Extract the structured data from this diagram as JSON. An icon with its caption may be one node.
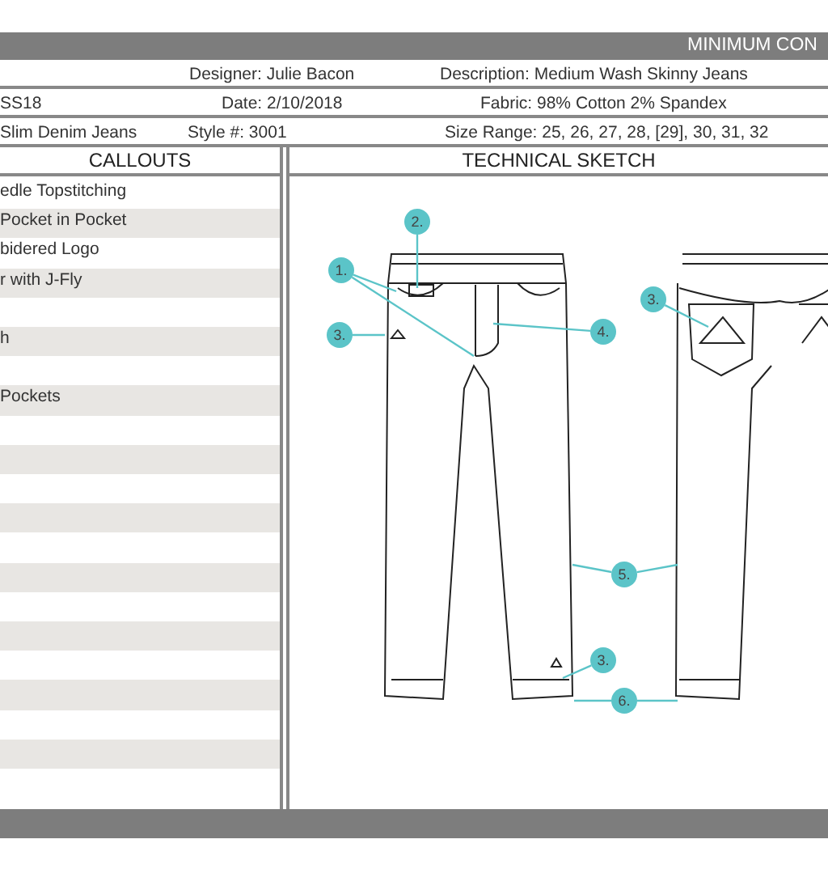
{
  "diagram": {
    "nodes": [
      {
        "text": [
          "CALLOUTS"
        ]
      },
      {
        "text": [
          "TECHNICAL SKETCH"
        ]
      },
      {
        "text": [
          "1."
        ],
        "in": 1
      },
      {
        "text": [
          "2."
        ],
        "in": 1
      },
      {
        "text": [
          "3."
        ],
        "in": 1
      },
      {
        "text": [
          "4."
        ],
        "in": 1
      },
      {
        "text": [
          "3."
        ],
        "in": 1
      },
      {
        "text": [
          "5."
        ],
        "in": 1
      },
      {
        "text": [
          "3."
        ],
        "in": 1
      },
      {
        "text": [
          "6."
        ],
        "in": 1
      },
      {
        "text": [],
        "shape": "picture",
        "in": 1
      },
      {
        "text": [],
        "shape": "picture",
        "in": 1
      }
    ],
    "edges": [
      {
        "from": 2,
        "to": 10,
        "arrow": "none"
      },
      {
        "from": 2,
        "to": 10,
        "arrow": "none"
      },
      {
        "from": 3,
        "to": 10,
        "arrow": "none"
      },
      {
        "from": 4,
        "to": 10,
        "arrow": "none"
      },
      {
        "from": 5,
        "to": 10,
        "arrow": "none"
      },
      {
        "from": 6,
        "to": 11,
        "arrow": "none"
      },
      {
        "from": 7,
        "to": 10,
        "arrow": "none"
      },
      {
        "from": 7,
        "to": 11,
        "arrow": "none"
      },
      {
        "from": 8,
        "to": 10,
        "arrow": "none"
      },
      {
        "from": 9,
        "to": 10,
        "arrow": "none"
      },
      {
        "from": 9,
        "to": 11,
        "arrow": "none"
      }
    ],
    "labels": [
      "MINIMUM CON",
      "Designer: Julie Bacon",
      "Description: Medium Wash Skinny Jeans",
      "SS18",
      "Date: 2/10/2018",
      "Fabric: 98% Cotton 2% Spandex",
      "Slim Denim Jeans",
      "Style #: 3001",
      "Size Range: 25, 26, 27, 28, [29], 30, 31, 32",
      "edle Topstitching",
      "Pocket in Pocket",
      "bidered Logo",
      "r with J-Fly",
      "h",
      "Pockets"
    ]
  }
}
